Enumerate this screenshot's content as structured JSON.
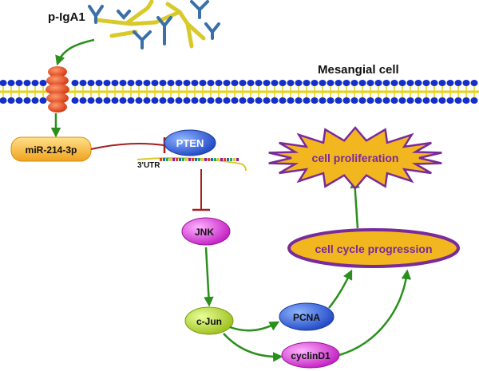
{
  "title": "Mesangial cell",
  "labels": {
    "antibody": "p-IgA1",
    "mirna": "miR-214-3p",
    "pten": "PTEN",
    "utr": "3'UTR",
    "jnk": "JNK",
    "cjun": "c-Jun",
    "pcna": "PCNA",
    "cyclin": "cyclinD1",
    "cell_cycle": "cell cycle progression",
    "proliferation": "cell proliferation"
  },
  "colors": {
    "membrane_head": "#1530c8",
    "membrane_tail": "#e6d21a",
    "activation_arrow": "#2a8f1c",
    "inhibition": "#a51d1d",
    "pten_fill": "#2e5bd8",
    "jnk_fill": "#d92fd9",
    "cjun_fill": "#b9d62c",
    "pcna_fill": "#2e5bd8",
    "cyclin_fill": "#d92fd9",
    "mirna_fill": "#f5b030",
    "proliferation_fill": "#f2b71f",
    "proliferation_stroke": "#7a2a9a",
    "antibody_yellow": "#d9c92a",
    "antibody_blue": "#3a6fa8",
    "receptor_red": "#e0451a"
  }
}
